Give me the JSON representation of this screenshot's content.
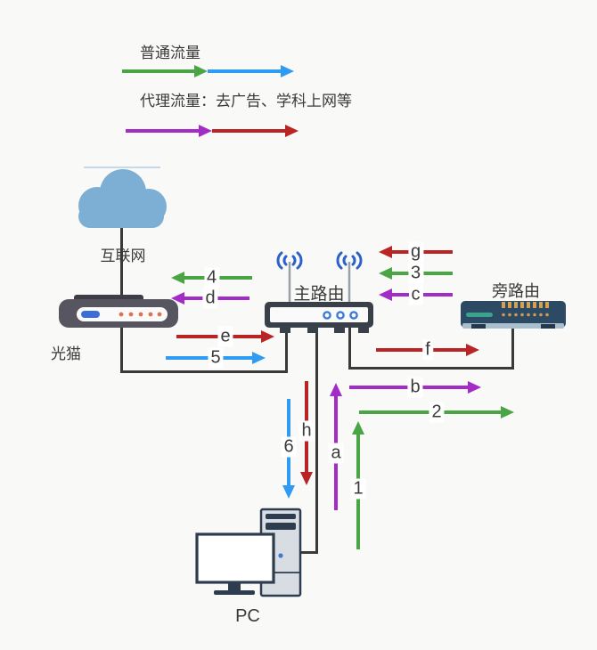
{
  "legend": {
    "normal": {
      "label": "普通流量",
      "colors": [
        "green",
        "blue"
      ]
    },
    "proxy": {
      "label": "代理流量：去广告、学科上网等",
      "colors": [
        "purple",
        "red"
      ]
    }
  },
  "nodes": {
    "internet": {
      "label": "互联网"
    },
    "modem": {
      "label": "光猫"
    },
    "main_router": {
      "label": "主路由"
    },
    "side_router": {
      "label": "旁路由"
    },
    "pc": {
      "label": "PC"
    }
  },
  "arrows": {
    "n4": {
      "label": "4",
      "color": "green",
      "dir": "left",
      "between": "main_router-modem"
    },
    "d": {
      "label": "d",
      "color": "purple",
      "dir": "left",
      "between": "main_router-modem"
    },
    "e": {
      "label": "e",
      "color": "red",
      "dir": "right",
      "between": "modem-main_router"
    },
    "n5": {
      "label": "5",
      "color": "blue",
      "dir": "right",
      "between": "modem-main_router"
    },
    "g": {
      "label": "g",
      "color": "red",
      "dir": "left",
      "between": "side_router-main_router"
    },
    "n3": {
      "label": "3",
      "color": "green",
      "dir": "left",
      "between": "side_router-main_router"
    },
    "c": {
      "label": "c",
      "color": "purple",
      "dir": "left",
      "between": "side_router-main_router"
    },
    "f": {
      "label": "f",
      "color": "red",
      "dir": "right",
      "between": "main_router-side_router"
    },
    "h": {
      "label": "h",
      "color": "red",
      "dir": "down",
      "between": "main_router-pc"
    },
    "n6": {
      "label": "6",
      "color": "blue",
      "dir": "down",
      "between": "main_router-pc"
    },
    "a": {
      "label": "a",
      "color": "purple",
      "dir": "up",
      "between": "pc-main_router"
    },
    "n1": {
      "label": "1",
      "color": "green",
      "dir": "up",
      "between": "pc-main_router"
    },
    "b": {
      "label": "b",
      "color": "purple",
      "dir": "right",
      "between": "pc-side_router"
    },
    "n2": {
      "label": "2",
      "color": "green",
      "dir": "right",
      "between": "pc-side_router"
    }
  },
  "colors": {
    "green": "#4aa544",
    "blue": "#2f9bf2",
    "purple": "#a32cc7",
    "red": "#b92524",
    "wire": "#3a3a3a",
    "text": "#3a3a3a",
    "cloud": "#7daed3",
    "background": "#f9f9f8"
  }
}
